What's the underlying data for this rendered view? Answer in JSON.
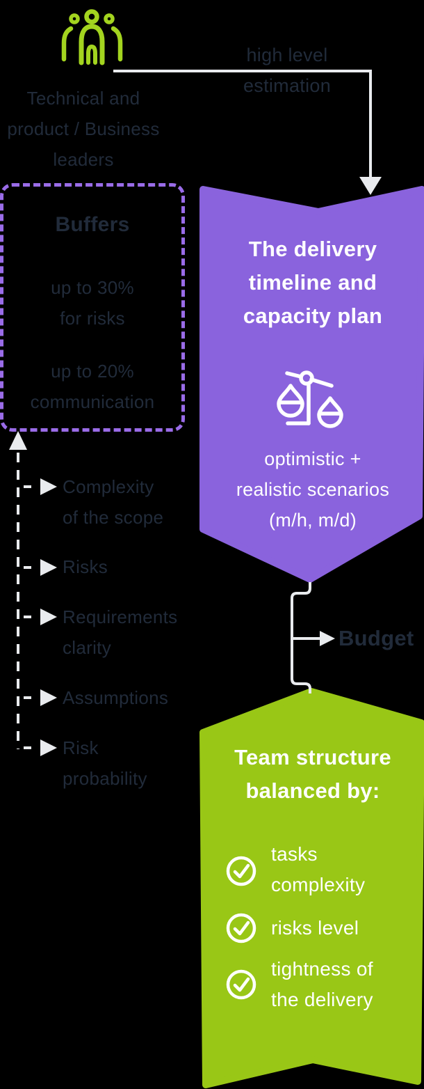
{
  "colors": {
    "background": "#000000",
    "brand_green": "#99c716",
    "icon_green": "#a3d41f",
    "brand_purple": "#8a63dd",
    "dashed_purple": "#9a6ce8",
    "text_navy": "#212b3a",
    "connector_gray": "#e9ebee",
    "white": "#ffffff"
  },
  "top": {
    "leaders_icon": "people-group-icon",
    "leaders_label": {
      "lines": [
        "Technical and",
        "product / Business",
        "leaders"
      ]
    },
    "arrow_label": {
      "lines": [
        "high level",
        "estimation"
      ]
    }
  },
  "buffers_box": {
    "title": "Buffers",
    "items": [
      {
        "lines": [
          "up to 30%",
          "for risks"
        ]
      },
      {
        "lines": [
          "up to 20%",
          "communication"
        ]
      }
    ]
  },
  "factors": [
    {
      "lines": [
        "Complexity",
        "of the scope"
      ]
    },
    {
      "lines": [
        "Risks",
        ""
      ]
    },
    {
      "lines": [
        "Requirements",
        "clarity"
      ]
    },
    {
      "lines": [
        "Assumptions",
        ""
      ]
    },
    {
      "lines": [
        "Risk",
        "probability"
      ]
    }
  ],
  "delivery_banner": {
    "title": {
      "lines": [
        "The delivery",
        "timeline and",
        "capacity plan"
      ]
    },
    "icon": "scales-icon",
    "subtitle": {
      "lines": [
        "optimistic +",
        "realistic scenarios",
        "(m/h, m/d)"
      ]
    }
  },
  "budget": {
    "label": "Budget"
  },
  "team_banner": {
    "title": {
      "lines": [
        "Team structure",
        "balanced by:"
      ]
    },
    "check_icon": "check-circle-icon",
    "items": [
      {
        "lines": [
          "tasks",
          "complexity"
        ]
      },
      {
        "lines": [
          "risks level",
          ""
        ]
      },
      {
        "lines": [
          "tightness of",
          "the delivery"
        ]
      }
    ]
  }
}
